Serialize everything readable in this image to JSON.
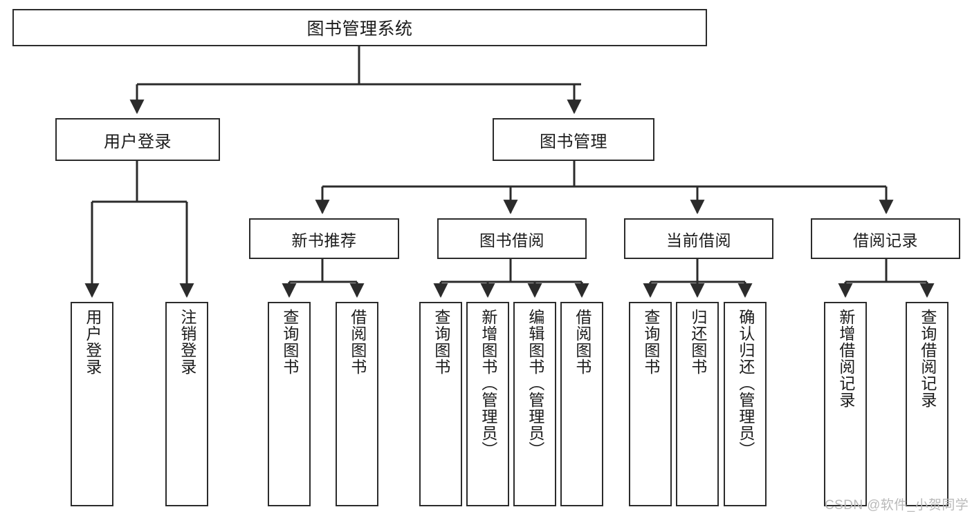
{
  "diagram": {
    "title": "图书管理系统",
    "type": "hierarchy-tree",
    "watermark": "CSDN @软件_小贺同学",
    "colors": {
      "box_border": "#2b2b2b",
      "box_fill": "#ffffff",
      "edge": "#2b2b2b",
      "text": "#1b1b1b",
      "watermark": "#b9b9b9",
      "background": "#ffffff"
    },
    "nodes": {
      "root": {
        "label": "图书管理系统"
      },
      "tier2": [
        {
          "label": "用户登录"
        },
        {
          "label": "图书管理"
        }
      ],
      "tier3": [
        {
          "label": "新书推荐"
        },
        {
          "label": "图书借阅"
        },
        {
          "label": "当前借阅"
        },
        {
          "label": "借阅记录"
        }
      ],
      "leaves": [
        {
          "label": "用户登录"
        },
        {
          "label": "注销登录"
        },
        {
          "label": "查询图书"
        },
        {
          "label": "借阅图书"
        },
        {
          "label": "查询图书"
        },
        {
          "label": "新增图书（管理员）"
        },
        {
          "label": "编辑图书（管理员）"
        },
        {
          "label": "借阅图书"
        },
        {
          "label": "查询图书"
        },
        {
          "label": "归还图书"
        },
        {
          "label": "确认归还（管理员）"
        },
        {
          "label": "新增借阅记录"
        },
        {
          "label": "查询借阅记录"
        }
      ]
    },
    "edges": [
      {
        "from": "图书管理系统",
        "to": "用户登录"
      },
      {
        "from": "图书管理系统",
        "to": "图书管理"
      },
      {
        "from": "用户登录",
        "to": "用户登录"
      },
      {
        "from": "用户登录",
        "to": "注销登录"
      },
      {
        "from": "图书管理",
        "to": "新书推荐"
      },
      {
        "from": "图书管理",
        "to": "图书借阅"
      },
      {
        "from": "图书管理",
        "to": "当前借阅"
      },
      {
        "from": "图书管理",
        "to": "借阅记录"
      },
      {
        "from": "新书推荐",
        "to": "查询图书"
      },
      {
        "from": "新书推荐",
        "to": "借阅图书"
      },
      {
        "from": "图书借阅",
        "to": "查询图书"
      },
      {
        "from": "图书借阅",
        "to": "新增图书（管理员）"
      },
      {
        "from": "图书借阅",
        "to": "编辑图书（管理员）"
      },
      {
        "from": "图书借阅",
        "to": "借阅图书"
      },
      {
        "from": "当前借阅",
        "to": "查询图书"
      },
      {
        "from": "当前借阅",
        "to": "归还图书"
      },
      {
        "from": "当前借阅",
        "to": "确认归还（管理员）"
      },
      {
        "from": "借阅记录",
        "to": "新增借阅记录"
      },
      {
        "from": "借阅记录",
        "to": "查询借阅记录"
      }
    ]
  }
}
